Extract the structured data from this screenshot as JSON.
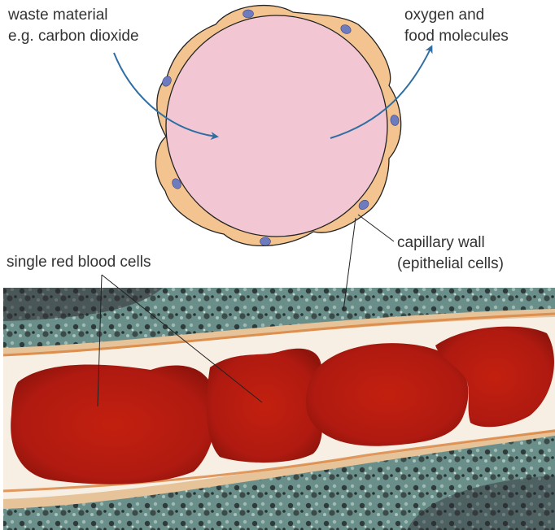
{
  "labels": {
    "waste_line1": "waste material",
    "waste_line2": "e.g. carbon dioxide",
    "oxygen_line1": "oxygen and",
    "oxygen_line2": "food molecules",
    "wall_line1": "capillary wall",
    "wall_line2": "(epithelial cells)",
    "rbc": "single red blood cells"
  },
  "colors": {
    "lumen": "#f2c6d2",
    "endothelium": "#f3c490",
    "nucleus": "#6f7bbf",
    "arrow": "#2f6ea3",
    "red_cell": "#b5180f",
    "plasma": "#f7efe3",
    "tissue": "#5f8a84"
  }
}
